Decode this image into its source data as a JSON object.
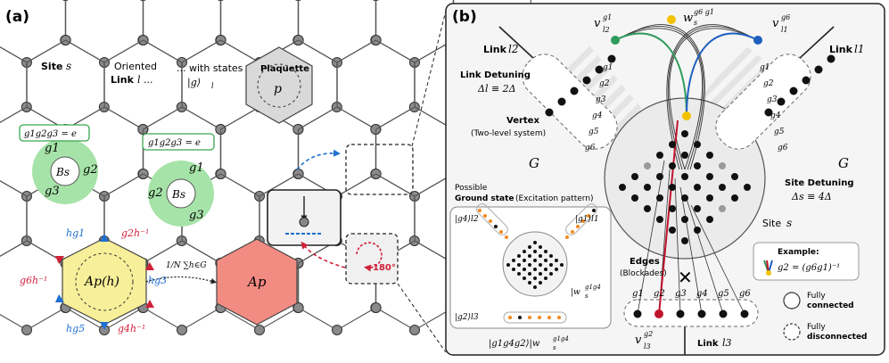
{
  "panel_a": {
    "label": "(a)",
    "site_label": "Site",
    "site_symbol": "s",
    "oriented_label": "Oriented",
    "link_label": "Link",
    "link_symbol": "l ...",
    "with_states": "... with states",
    "state_ket": "|g⟩",
    "state_sub": "l",
    "plaquette_label": "Plaquette",
    "plaquette_symbol": "p",
    "constraint_1": "g1g2g3 = e",
    "constraint_2": "g1g2g3 = e",
    "bs_1": {
      "g1": "g1",
      "g2": "g2",
      "g3": "g3",
      "center": "Bs"
    },
    "bs_2": {
      "g1": "g1",
      "g2": "g2",
      "g3": "g3",
      "center": "Bs"
    },
    "ap_h": "Ap(h)",
    "ap": "Ap",
    "avg_formula": "1/N ∑h∈G",
    "rot_label": "180°",
    "ap_labels": {
      "hg1": "hg1",
      "g2hinv": "g2h⁻¹",
      "g6hinv": "g6h⁻¹",
      "hg3": "hg3",
      "hg5": "hg5",
      "g4hinv": "g4h⁻¹"
    },
    "colors": {
      "green": "#a6e3a8",
      "yellow": "#f7ef99",
      "red": "#f28b82",
      "plaq_gray": "#d9d9d9",
      "blue": "#1f6fd1",
      "crimson": "#d0203a"
    }
  },
  "panel_b": {
    "label": "(b)",
    "v_l2": "v",
    "v_l2_sup": "g1",
    "v_l2_sub": "l2",
    "w_label": "w",
    "w_sup": "g6 g1",
    "w_sub": "s",
    "v_l1": "v",
    "v_l1_sup": "g6",
    "v_l1_sub": "l1",
    "link_l2": "Link",
    "link_l2_sym": "l2",
    "link_l1": "Link",
    "link_l1_sym": "l1",
    "link_detuning": "Link Detuning",
    "link_detuning_eq": "Δl ≡ 2Δ",
    "vertex": "Vertex",
    "vertex_sub": "(Two-level system)",
    "G_left": "G",
    "G_right": "G",
    "site_detuning": "Site Detuning",
    "site_detuning_eq": "Δs ≡ 4Δ",
    "site_label": "Site",
    "site_symbol": "s",
    "possible": "Possible",
    "ground_state": "Ground state",
    "excitation": "(Excitation pattern)",
    "ket_g4": "|g4⟩l2",
    "ket_g1": "|g1⟩l1",
    "ket_g2": "|g2⟩l3",
    "ket_w": "|w",
    "ket_w_sup": "g1g4",
    "ket_w_sub": "s",
    "bottom_ket": "|g1g4g2⟩|w",
    "bottom_ket_sup": "g1g4",
    "bottom_ket_sub": "s",
    "edges": "Edges",
    "blockades": "(Blockades)",
    "example_title": "Example:",
    "example_eq": "g2 = (g6g1)⁻¹",
    "fully_connected_1": "Fully",
    "fully_connected_2": "connected",
    "fully_disconnected_1": "Fully",
    "fully_disconnected_2": "disconnected",
    "link_l3": "Link",
    "link_l3_sym": "l3",
    "v_l3": "v",
    "v_l3_sup": "g2",
    "v_l3_sub": "l3",
    "row_labels": [
      "g1",
      "g2",
      "g3",
      "g4",
      "g5",
      "g6"
    ],
    "diag_labels_left": [
      "g1",
      "g2",
      "g3",
      "g4",
      "g5",
      "g6"
    ],
    "diag_labels_right": [
      "g1",
      "g2",
      "g3",
      "g4",
      "g5",
      "g6"
    ],
    "colors": {
      "green": "#2e9b5a",
      "blue": "#1f5fbf",
      "red": "#c0142c",
      "gold": "#f2c200",
      "orange": "#f08a1c"
    }
  }
}
